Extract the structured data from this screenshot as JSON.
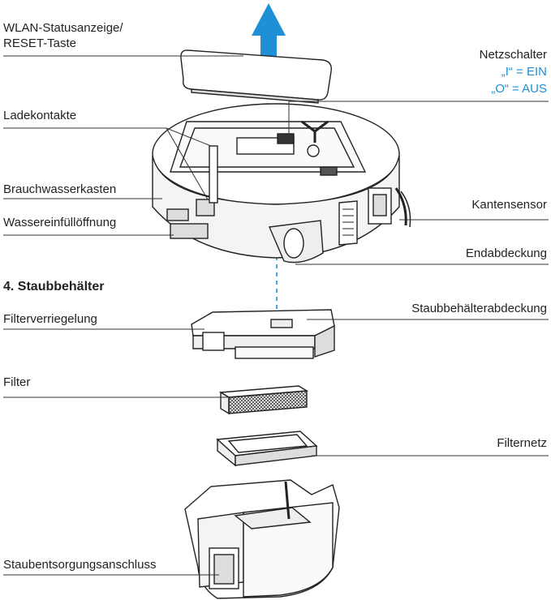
{
  "labels": {
    "wlan_line1": "WLAN-Statusanzeige/",
    "wlan_line2": "RESET-Taste",
    "netzschalter": "Netzschalter",
    "ein": "„I“ = EIN",
    "aus": "„O“ = AUS",
    "ladekontakte": "Ladekontakte",
    "brauchwasserkasten": "Brauchwasserkasten",
    "wassereinfuell": "Wassereinfüllöffnung",
    "kantensensor": "Kantensensor",
    "endabdeckung": "Endabdeckung",
    "filterverriegelung": "Filterverriegelung",
    "staubbehaelterabdeckung": "Staubbehälterabdeckung",
    "filter": "Filter",
    "filternetz": "Filternetz",
    "staubentsorgung": "Staubentsorgungsanschluss"
  },
  "section": {
    "heading": "4. Staubbehälter"
  },
  "colors": {
    "accent": "#1f8fd6",
    "text": "#231f20",
    "line": "#333333"
  }
}
